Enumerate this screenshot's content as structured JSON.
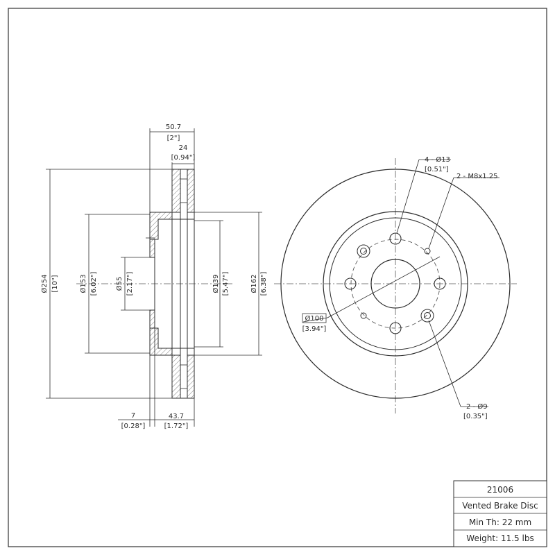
{
  "title_block": {
    "part_number": "21006",
    "description": "Vented Brake Disc",
    "min_thickness": "Min Th: 22 mm",
    "weight": "Weight: 11.5 lbs"
  },
  "side_view": {
    "overall_width_mm": "50.7",
    "overall_width_in": "[2\"]",
    "pad_thickness_mm": "24",
    "pad_thickness_in": "[0.94\"]",
    "outer_dia_mm": "Ø254",
    "outer_dia_in": "[10\"]",
    "hat_dia_mm": "Ø153",
    "hat_dia_in": "[6.02\"]",
    "center_bore_mm": "Ø55",
    "center_bore_in": "[2.17\"]",
    "inner_dia_mm": "Ø139",
    "inner_dia_in": "[5.47\"]",
    "vane_dia_mm": "Ø162",
    "vane_dia_in": "[6.38\"]",
    "hat_thickness_mm": "7",
    "hat_thickness_in": "[0.28\"]",
    "offset_mm": "43.7",
    "offset_in": "[1.72\"]"
  },
  "front_view": {
    "holes_label": "4 - Ø13",
    "holes_label_in": "[0.51\"]",
    "thread_label": "2 - M8x1.25",
    "pcd_label": "Ø100",
    "pcd_label_in": "[3.94\"]",
    "pin_label": "2 - Ø9",
    "pin_label_in": "[0.35\"]"
  }
}
